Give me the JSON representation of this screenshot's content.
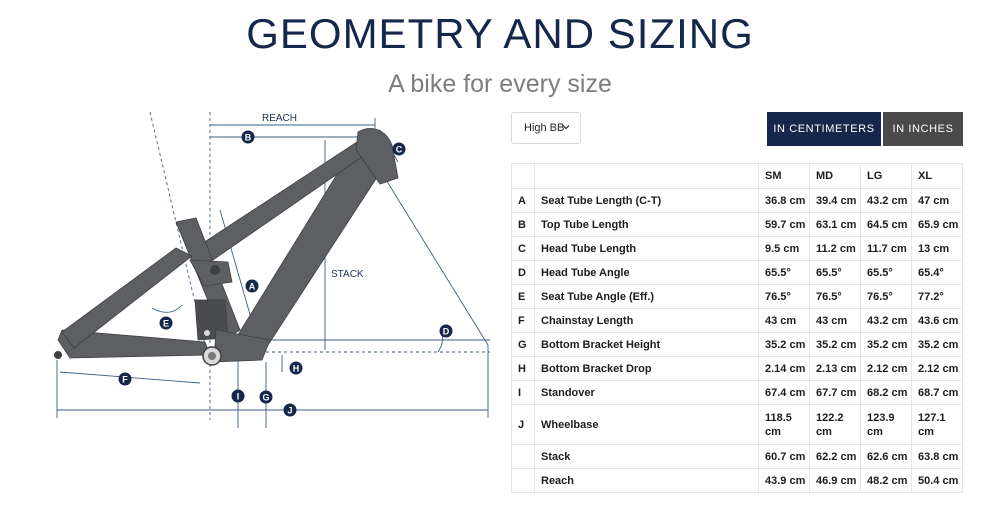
{
  "header": {
    "title": "GEOMETRY AND SIZING",
    "subtitle": "A bike for every size"
  },
  "diagram": {
    "reach_label": "REACH",
    "stack_label": "STACK",
    "markers": [
      "A",
      "B",
      "C",
      "D",
      "E",
      "F",
      "G",
      "H",
      "I",
      "J"
    ]
  },
  "controls": {
    "bb_select_value": "High BB",
    "units_cm_label": "IN CENTIMETERS",
    "units_in_label": "IN INCHES"
  },
  "table": {
    "sizes": [
      "SM",
      "MD",
      "LG",
      "XL"
    ],
    "rows": [
      {
        "code": "A",
        "name": "Seat Tube Length (C-T)",
        "values": [
          "36.8 cm",
          "39.4 cm",
          "43.2 cm",
          "47 cm"
        ]
      },
      {
        "code": "B",
        "name": "Top Tube Length",
        "values": [
          "59.7 cm",
          "63.1 cm",
          "64.5 cm",
          "65.9 cm"
        ]
      },
      {
        "code": "C",
        "name": "Head Tube Length",
        "values": [
          "9.5 cm",
          "11.2 cm",
          "11.7 cm",
          "13 cm"
        ]
      },
      {
        "code": "D",
        "name": "Head Tube Angle",
        "values": [
          "65.5°",
          "65.5°",
          "65.5°",
          "65.4°"
        ]
      },
      {
        "code": "E",
        "name": "Seat Tube Angle (Eff.)",
        "values": [
          "76.5°",
          "76.5°",
          "76.5°",
          "77.2°"
        ]
      },
      {
        "code": "F",
        "name": "Chainstay Length",
        "values": [
          "43 cm",
          "43 cm",
          "43.2 cm",
          "43.6 cm"
        ]
      },
      {
        "code": "G",
        "name": "Bottom Bracket Height",
        "values": [
          "35.2 cm",
          "35.2 cm",
          "35.2 cm",
          "35.2 cm"
        ]
      },
      {
        "code": "H",
        "name": "Bottom Bracket Drop",
        "values": [
          "2.14 cm",
          "2.13 cm",
          "2.12 cm",
          "2.12 cm"
        ]
      },
      {
        "code": "I",
        "name": "Standover",
        "values": [
          "67.4 cm",
          "67.7 cm",
          "68.2 cm",
          "68.7 cm"
        ]
      },
      {
        "code": "J",
        "name": "Wheelbase",
        "values": [
          "118.5 cm",
          "122.2 cm",
          "123.9 cm",
          "127.1 cm"
        ]
      },
      {
        "code": "",
        "name": "Stack",
        "values": [
          "60.7 cm",
          "62.2 cm",
          "62.6 cm",
          "63.8 cm"
        ]
      },
      {
        "code": "",
        "name": "Reach",
        "values": [
          "43.9 cm",
          "46.9 cm",
          "48.2 cm",
          "50.4 cm"
        ]
      }
    ]
  },
  "colors": {
    "navy": "#15274a",
    "frame": "#5e5f63",
    "dim_line": "#3b5e85",
    "inches_button": "#4a4a4a"
  }
}
